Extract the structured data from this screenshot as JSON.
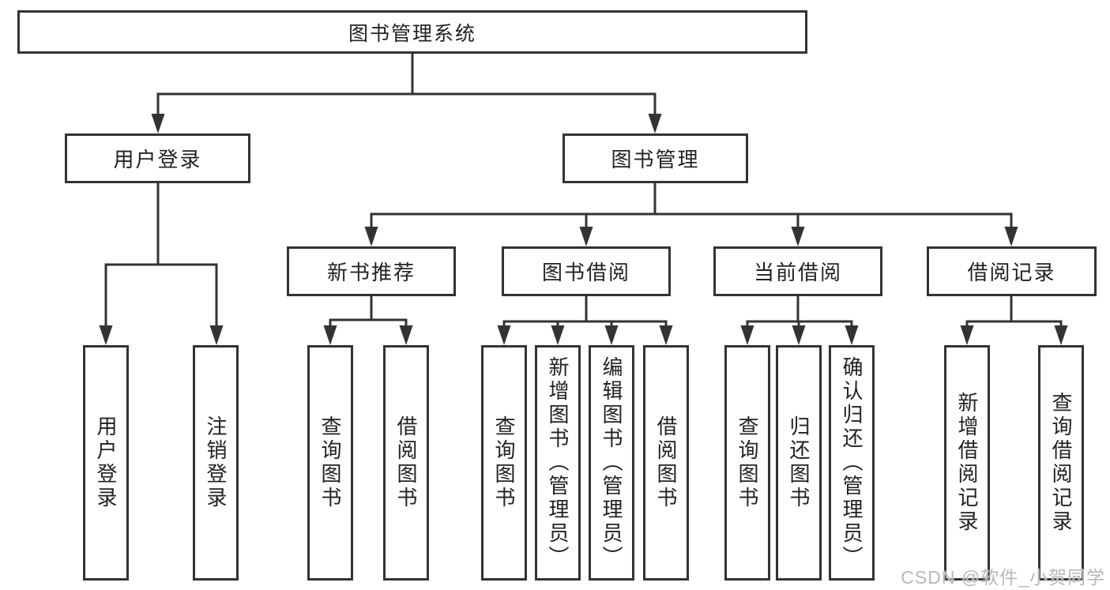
{
  "diagram": {
    "type": "hierarchy-flowchart",
    "title": "图书管理系统",
    "colors": {
      "line": "#333333",
      "text": "#222222",
      "box_fill": "#ffffff",
      "watermark": "#b8b8b8",
      "background": "#ffffff"
    },
    "nodes": [
      {
        "id": "root",
        "label": "图书管理系统",
        "level": 1
      },
      {
        "id": "user-login",
        "label": "用户登录",
        "level": 2
      },
      {
        "id": "book-mgmt",
        "label": "图书管理",
        "level": 2
      },
      {
        "id": "new-book-rec",
        "label": "新书推荐",
        "level": 3
      },
      {
        "id": "book-borrow",
        "label": "图书借阅",
        "level": 3
      },
      {
        "id": "current-borrow",
        "label": "当前借阅",
        "level": 3
      },
      {
        "id": "borrow-records",
        "label": "借阅记录",
        "level": 3
      },
      {
        "id": "leaf-user-login",
        "label": "用户登录",
        "level": 4
      },
      {
        "id": "leaf-logout",
        "label": "注销登录",
        "level": 4
      },
      {
        "id": "leaf-query-book-1",
        "label": "查询图书",
        "level": 4
      },
      {
        "id": "leaf-borrow-book-1",
        "label": "借阅图书",
        "level": 4
      },
      {
        "id": "leaf-query-book-2",
        "label": "查询图书",
        "level": 4
      },
      {
        "id": "leaf-add-book",
        "label": "新增图书（管理员）",
        "level": 4
      },
      {
        "id": "leaf-edit-book",
        "label": "编辑图书（管理员）",
        "level": 4
      },
      {
        "id": "leaf-borrow-book-2",
        "label": "借阅图书",
        "level": 4
      },
      {
        "id": "leaf-query-book-3",
        "label": "查询图书",
        "level": 4
      },
      {
        "id": "leaf-return-book",
        "label": "归还图书",
        "level": 4
      },
      {
        "id": "leaf-confirm-return",
        "label": "确认归还（管理员）",
        "level": 4
      },
      {
        "id": "leaf-add-borrow-record",
        "label": "新增借阅记录",
        "level": 4
      },
      {
        "id": "leaf-query-borrow-record",
        "label": "查询借阅记录",
        "level": 4
      }
    ],
    "edges": [
      [
        "root",
        "user-login"
      ],
      [
        "root",
        "book-mgmt"
      ],
      [
        "user-login",
        "leaf-user-login"
      ],
      [
        "user-login",
        "leaf-logout"
      ],
      [
        "book-mgmt",
        "new-book-rec"
      ],
      [
        "book-mgmt",
        "book-borrow"
      ],
      [
        "book-mgmt",
        "current-borrow"
      ],
      [
        "book-mgmt",
        "borrow-records"
      ],
      [
        "new-book-rec",
        "leaf-query-book-1"
      ],
      [
        "new-book-rec",
        "leaf-borrow-book-1"
      ],
      [
        "book-borrow",
        "leaf-query-book-2"
      ],
      [
        "book-borrow",
        "leaf-add-book"
      ],
      [
        "book-borrow",
        "leaf-edit-book"
      ],
      [
        "book-borrow",
        "leaf-borrow-book-2"
      ],
      [
        "current-borrow",
        "leaf-query-book-3"
      ],
      [
        "current-borrow",
        "leaf-return-book"
      ],
      [
        "current-borrow",
        "leaf-confirm-return"
      ],
      [
        "borrow-records",
        "leaf-add-borrow-record"
      ],
      [
        "borrow-records",
        "leaf-query-borrow-record"
      ]
    ]
  },
  "watermark": {
    "text": "CSDN @软件_小贺同学"
  }
}
